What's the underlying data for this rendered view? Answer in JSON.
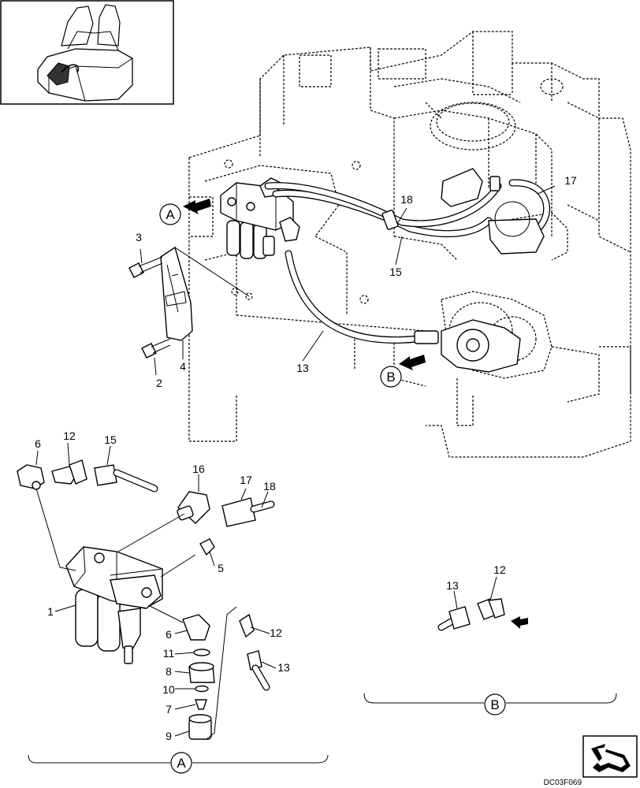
{
  "diagram_code": "DC03F069",
  "view_labels": {
    "A": "A",
    "B": "B"
  },
  "callouts": {
    "c1": "1",
    "c2": "2",
    "c3": "3",
    "c4": "4",
    "c5": "5",
    "c6a": "6",
    "c6b": "6",
    "c7": "7",
    "c8": "8",
    "c9": "9",
    "c10": "10",
    "c11": "11",
    "c12a": "12",
    "c12b": "12",
    "c12c": "12",
    "c13a": "13",
    "c13b": "13",
    "c13c": "13",
    "c15a": "15",
    "c15b": "15",
    "c16": "16",
    "c17a": "17",
    "c17b": "17",
    "c18a": "18",
    "c18b": "18"
  },
  "icons": [
    "machine-location-icon",
    "orientation-arrow-icon",
    "direction-arrow-icon"
  ]
}
